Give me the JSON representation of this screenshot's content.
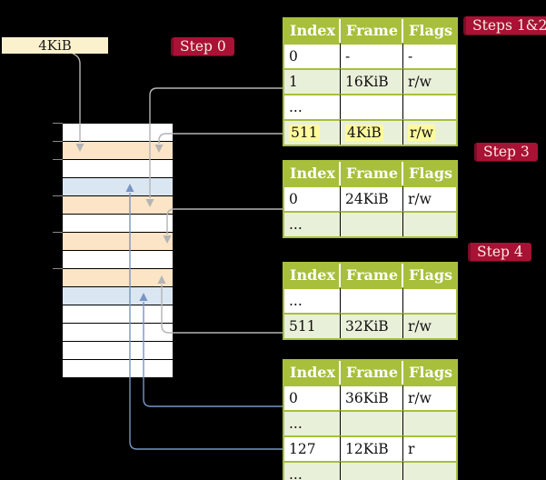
{
  "colors": {
    "background": "#000000",
    "box-cream": "#fcf1cd",
    "badge-red": "#a91135",
    "badge-text": "#f6efdf",
    "header-green": "#a7bf3b",
    "row-green": "#e9f0d9",
    "highlight-yellow": "#fff99e",
    "mem-peach": "#fce4c6",
    "mem-blue": "#dbe6f3",
    "arrow-gray": "#b4b4b4",
    "arrow-blue": "#7795c5",
    "tick-gray": "#8a8a8a"
  },
  "page_box": {
    "label": "4KiB"
  },
  "badges": {
    "step0": "Step 0",
    "steps12": "Steps 1&2",
    "step3": "Step 3",
    "step4": "Step 4"
  },
  "table_headers": [
    "Index",
    "Frame",
    "Flags"
  ],
  "tables": {
    "t1": {
      "rows": [
        [
          "0",
          "-",
          "-"
        ],
        [
          "1",
          "16KiB",
          "r/w"
        ],
        [
          "...",
          "",
          ""
        ],
        [
          "511",
          "4KiB",
          "r/w"
        ]
      ]
    },
    "t2": {
      "rows": [
        [
          "0",
          "24KiB",
          "r/w"
        ],
        [
          "...",
          "",
          ""
        ]
      ]
    },
    "t3": {
      "rows": [
        [
          "...",
          "",
          ""
        ],
        [
          "511",
          "32KiB",
          "r/w"
        ]
      ]
    },
    "t4": {
      "rows": [
        [
          "0",
          "36KiB",
          "r/w"
        ],
        [
          "...",
          "",
          ""
        ],
        [
          "127",
          "12KiB",
          "r"
        ],
        [
          "...",
          "",
          ""
        ]
      ]
    }
  },
  "memory": {
    "rows": [
      "white",
      "peach",
      "white",
      "blue",
      "peach",
      "white",
      "peach",
      "white",
      "peach",
      "blue",
      "white",
      "white",
      "white",
      "white"
    ]
  }
}
